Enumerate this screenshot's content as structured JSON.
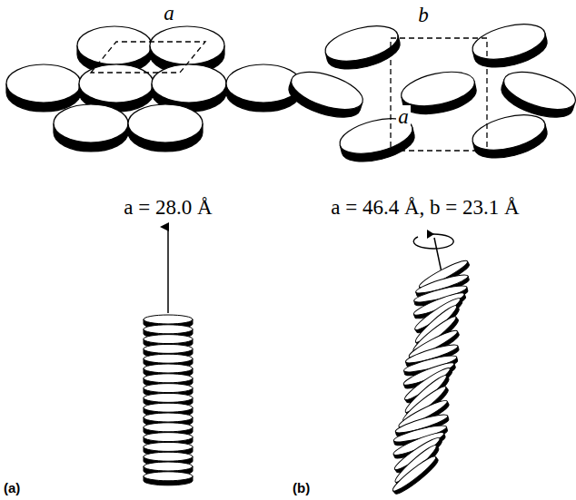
{
  "diagram": {
    "labels": [
      "a",
      "a = 28.0 Å",
      "(a)",
      "b",
      "a",
      "a = 46.4 Å, b = 23.1 Å",
      "(b)"
    ]
  }
}
